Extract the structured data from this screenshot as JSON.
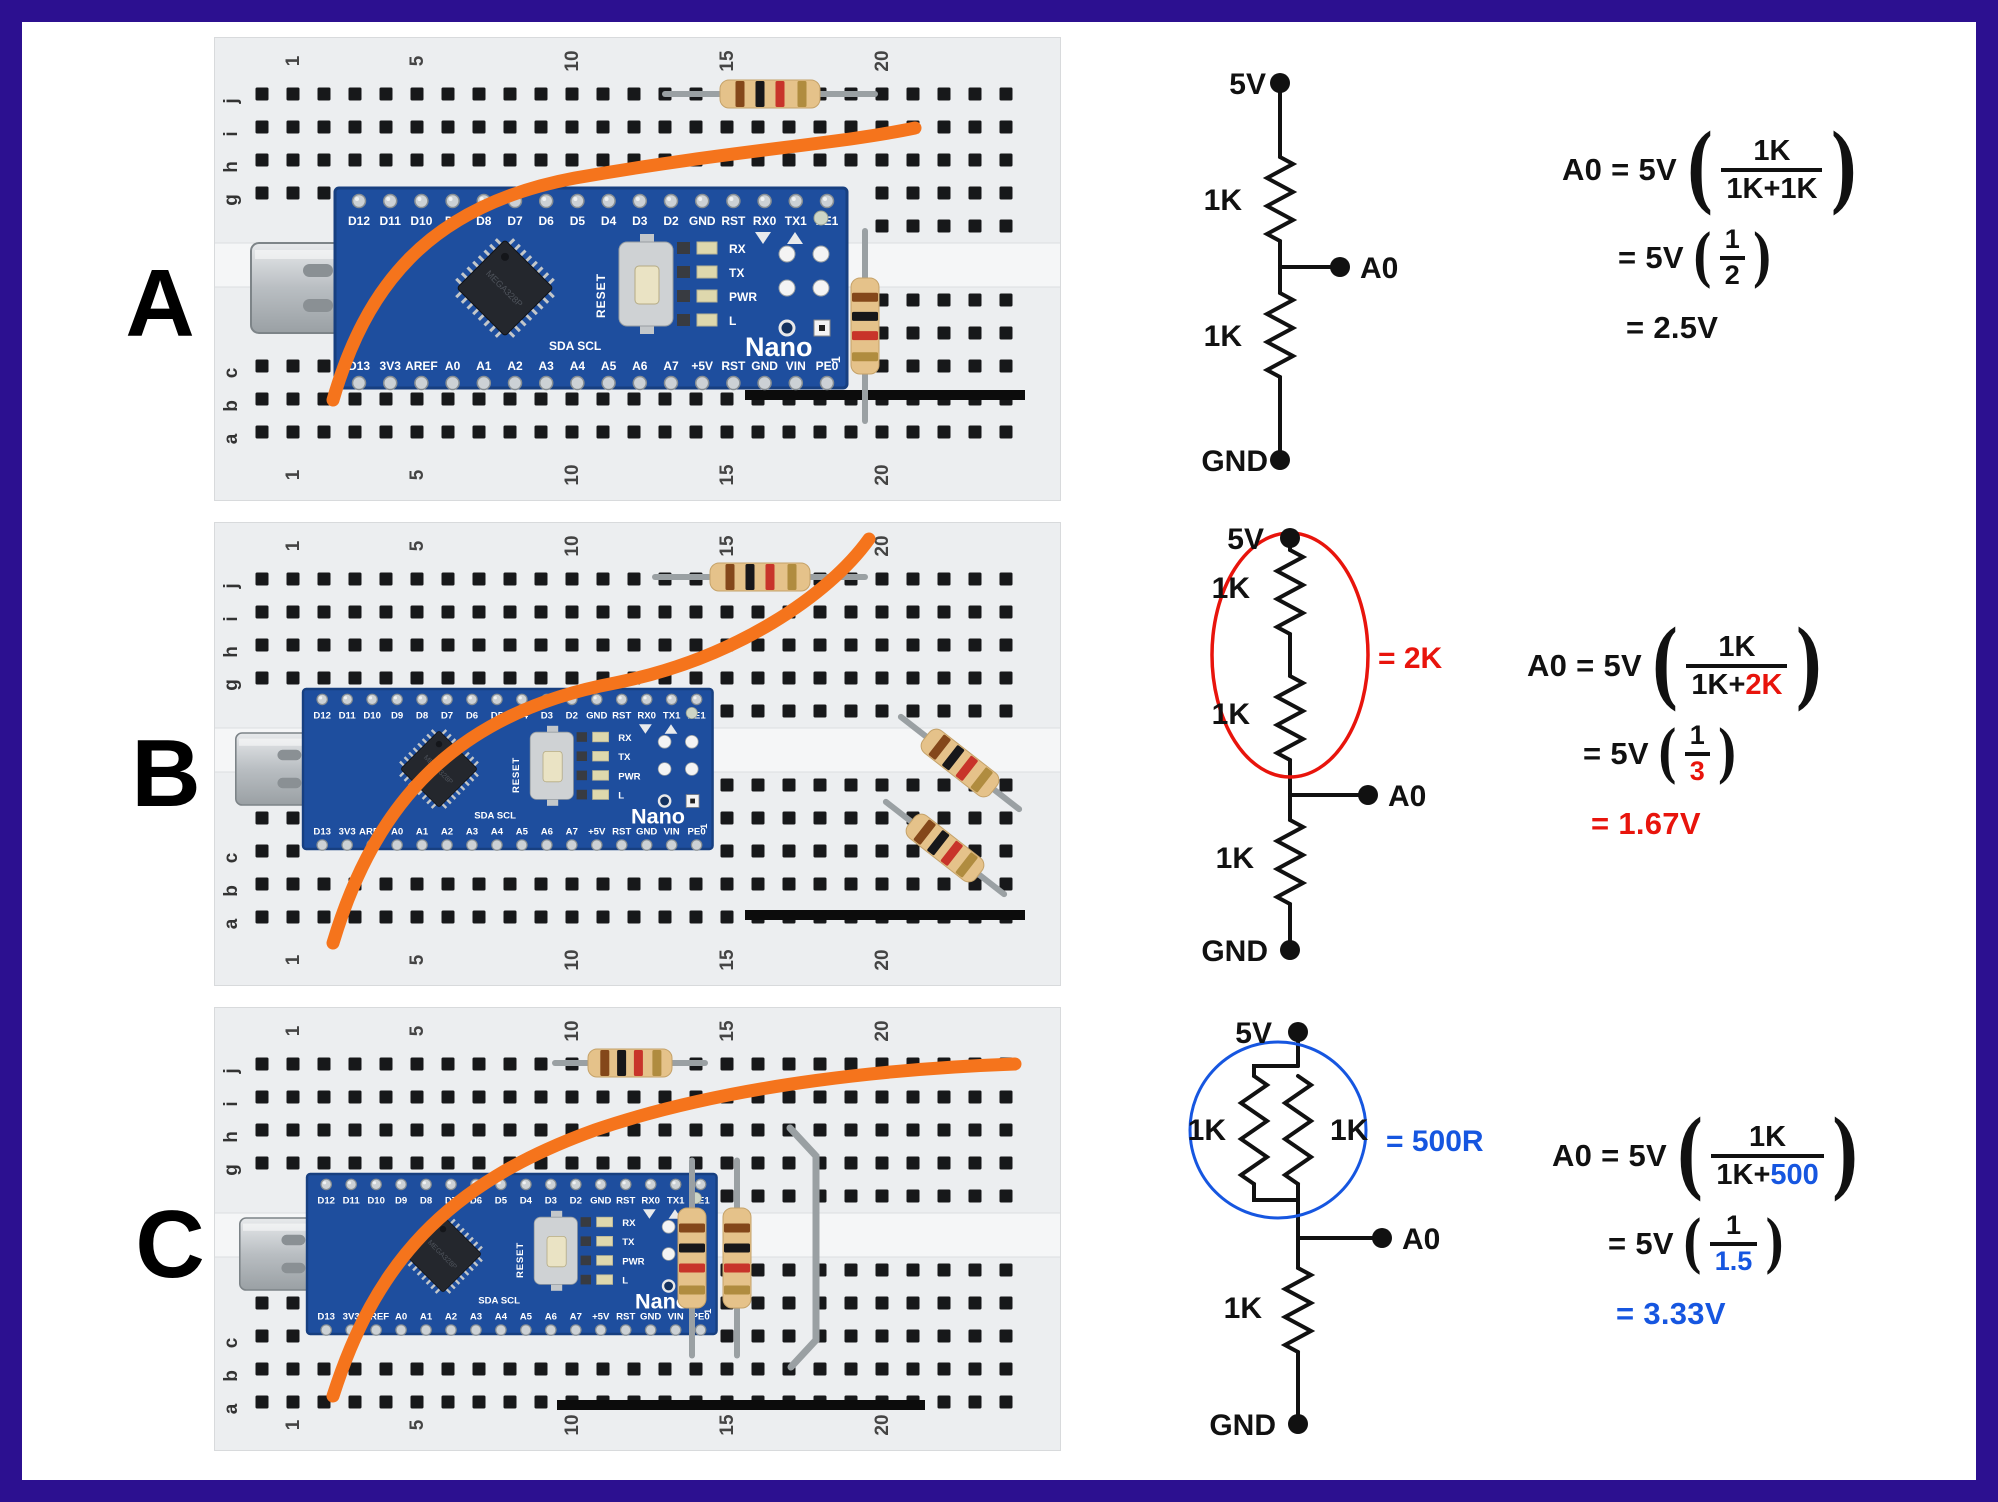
{
  "colors": {
    "frame_border": "#2c1090",
    "highlight_red": "#e8140c",
    "highlight_blue": "#1656e0",
    "wire_orange": "#f5741c",
    "nano_pcb_blue": "#1e4e9e"
  },
  "breadboard": {
    "column_numbers": [
      "1",
      "5",
      "10",
      "15",
      "20"
    ],
    "row_letters_top": [
      "j",
      "i",
      "h",
      "g"
    ],
    "row_letters_bottom": [
      "c",
      "b",
      "a"
    ],
    "nano": {
      "brand": "Nano",
      "top_pins": [
        "D12",
        "D11",
        "D10",
        "D9",
        "D8",
        "D7",
        "D6",
        "D5",
        "D4",
        "D3",
        "D2",
        "GND",
        "RST",
        "RX0",
        "TX1",
        "PE1"
      ],
      "bottom_pins": [
        "D13",
        "3V3",
        "AREF",
        "A0",
        "A1",
        "A2",
        "A3",
        "A4",
        "A5",
        "A6",
        "A7",
        "+5V",
        "RST",
        "GND",
        "VIN",
        "PE0"
      ],
      "leds": [
        "RX",
        "TX",
        "PWR",
        "L"
      ],
      "reset_label": "RESET",
      "i2c_label": "SDA SCL",
      "chip_marking": "MEGA328P",
      "pin1_marking": "1"
    }
  },
  "rows": [
    {
      "letter": "A",
      "schematic": {
        "supply": "5V",
        "r_top": "1K",
        "r_bottom": "1K",
        "tap": "A0",
        "ground": "GND"
      },
      "formula": {
        "lhs": "A0 = 5V",
        "num": "1K",
        "den_pre": "1K+",
        "den_hl": "1K",
        "eq2": "= 5V",
        "num2": "1",
        "den2": "2",
        "result": "= 2.5V",
        "hl_color": "#111111"
      }
    },
    {
      "letter": "B",
      "schematic": {
        "supply": "5V",
        "r1": "1K",
        "r2": "1K",
        "combined_note": "= 2K",
        "r_bottom": "1K",
        "tap": "A0",
        "ground": "GND"
      },
      "formula": {
        "lhs": "A0 = 5V",
        "num": "1K",
        "den_pre": "1K+",
        "den_hl": "2K",
        "eq2": "= 5V",
        "num2": "1",
        "den2": "3",
        "result": "= 1.67V",
        "hl_color": "#e8140c"
      }
    },
    {
      "letter": "C",
      "schematic": {
        "supply": "5V",
        "r1": "1K",
        "r2": "1K",
        "combined_note": "= 500R",
        "r_bottom": "1K",
        "tap": "A0",
        "ground": "GND"
      },
      "formula": {
        "lhs": "A0 = 5V",
        "num": "1K",
        "den_pre": "1K+",
        "den_hl": "500",
        "eq2": "= 5V",
        "num2": "1",
        "den2": "1.5",
        "result": "= 3.33V",
        "hl_color": "#1656e0"
      }
    }
  ]
}
